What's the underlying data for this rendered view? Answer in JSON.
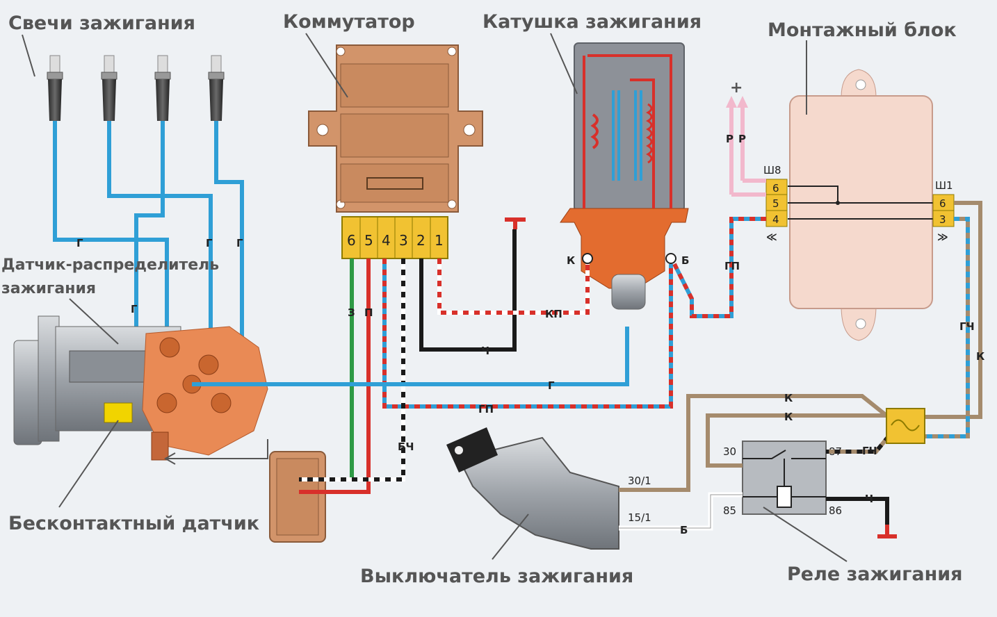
{
  "labels": {
    "plugs": "Свечи зажигания",
    "commutator": "Коммутатор",
    "coil": "Катушка зажигания",
    "mount_block": "Монтажный блок",
    "distributor_line1": "Датчик-распределитель",
    "distributor_line2": "зажигания",
    "sensor": "Бесконтактный датчик",
    "switch": "Выключатель зажигания",
    "relay": "Реле зажигания"
  },
  "commutator_pins": [
    "6",
    "5",
    "4",
    "3",
    "2",
    "1"
  ],
  "coil_terminals": {
    "k": "К",
    "b": "Б"
  },
  "mount_block": {
    "connector_left": "Ш8",
    "connector_left_pins": [
      "6",
      "5",
      "4"
    ],
    "connector_right": "Ш1",
    "connector_right_pins": [
      "6",
      "3"
    ],
    "plus": "+",
    "r1": "Р",
    "r2": "Р",
    "arrow_left": "≪",
    "arrow_right": "≫"
  },
  "relay_terminals": {
    "t30": "30",
    "t87": "87",
    "t85": "85",
    "t86": "86"
  },
  "switch_terminals": {
    "t30_1": "30/1",
    "t15_1": "15/1"
  },
  "wire_labels": {
    "g1": "Г",
    "g2": "Г",
    "g3": "Г",
    "g4": "Г",
    "g5": "Г",
    "z": "З",
    "p": "П",
    "kp": "КП",
    "ch1": "Ч",
    "gp1": "ГП",
    "gp2": "ГП",
    "bch": "БЧ",
    "k1": "К",
    "k2": "К",
    "k3": "К",
    "gch1": "ГЧ",
    "gch2": "ГЧ",
    "b": "Б",
    "ch2": "Ч"
  },
  "colors": {
    "blue": "#2f9fd6",
    "red": "#d8302a",
    "green": "#2e9a45",
    "black": "#1a1a1a",
    "brown": "#a58b6d",
    "pink": "#f2b8cc",
    "white_wire": "#ffffff",
    "commutator": "#d2946a",
    "connector": "#f1c232",
    "block": "#f5d9cd",
    "coil_body": "#8d9198",
    "coil_cap": "#e36c2f",
    "metal": "#a3a8ae"
  }
}
